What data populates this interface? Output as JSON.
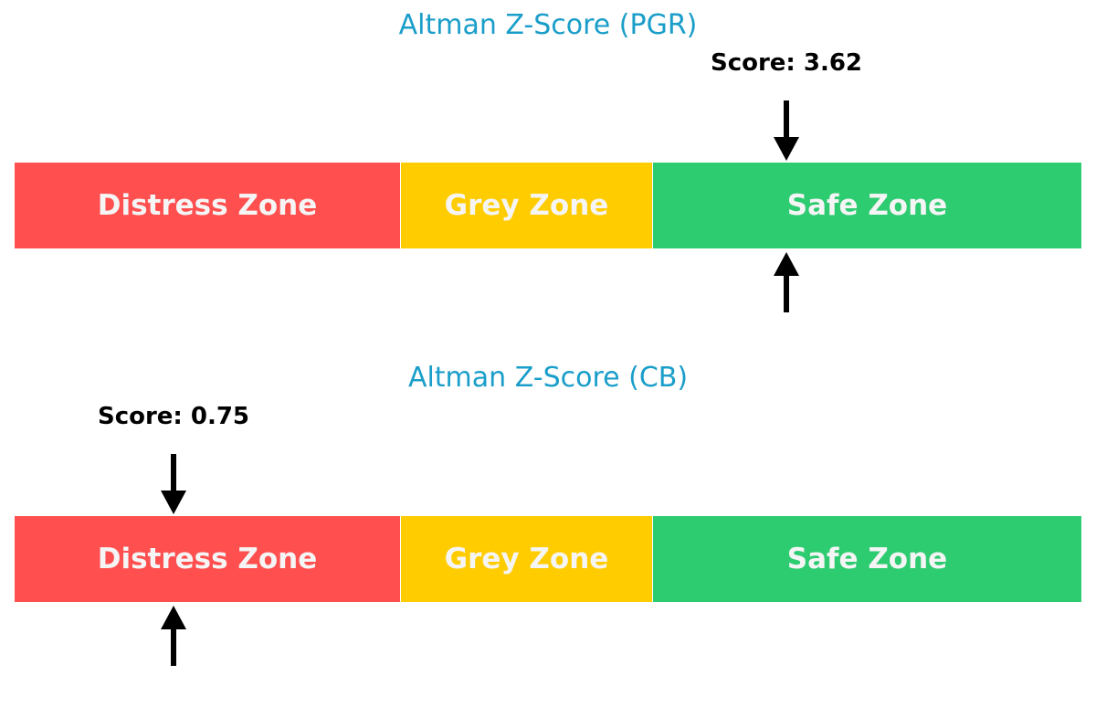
{
  "chart_data": [
    {
      "type": "gauge-bar",
      "title": "Altman Z-Score (PGR)",
      "company": "PGR",
      "score": 3.62,
      "score_label": "Score: 3.62",
      "zones": [
        {
          "name": "Distress Zone",
          "color": "#ff4f4f"
        },
        {
          "name": "Grey Zone",
          "color": "#ffcc00"
        },
        {
          "name": "Safe Zone",
          "color": "#2ecc71"
        }
      ],
      "zone_result": "Safe Zone"
    },
    {
      "type": "gauge-bar",
      "title": "Altman Z-Score (CB)",
      "company": "CB",
      "score": 0.75,
      "score_label": "Score: 0.75",
      "zones": [
        {
          "name": "Distress Zone",
          "color": "#ff4f4f"
        },
        {
          "name": "Grey Zone",
          "color": "#ffcc00"
        },
        {
          "name": "Safe Zone",
          "color": "#2ecc71"
        }
      ],
      "zone_result": "Distress Zone"
    }
  ],
  "colors": {
    "title": "#1a9ec9",
    "distress": "#ff4f4f",
    "grey": "#ffcc00",
    "safe": "#2ecc71",
    "arrow": "#000000"
  }
}
